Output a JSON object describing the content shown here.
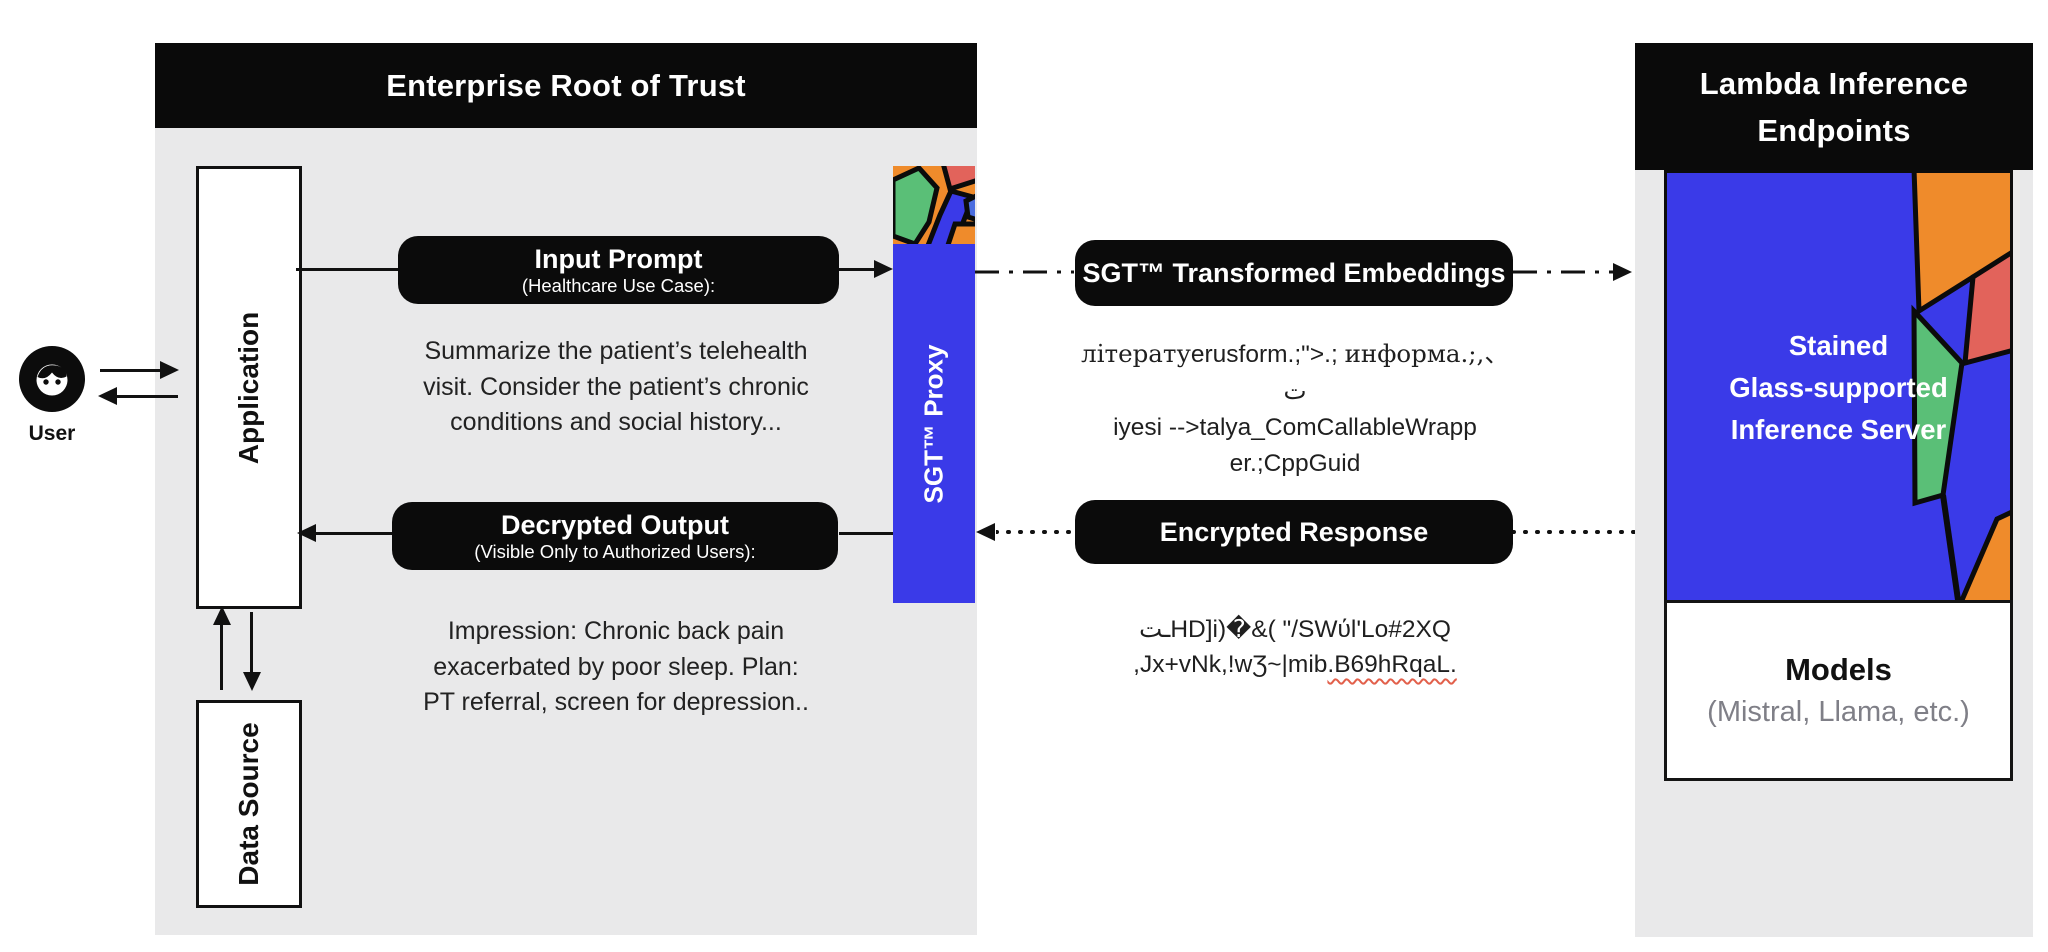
{
  "user": {
    "label": "User"
  },
  "panels": {
    "enterprise": {
      "title": "Enterprise Root of Trust",
      "application_label": "Application",
      "data_source_label": "Data Source"
    },
    "lambda": {
      "title": "Lambda Inference\nEndpoints",
      "server_label": "Stained\nGlass-supported\nInference Server",
      "models_title": "Models",
      "models_subtitle": "(Mistral, Llama, etc.)"
    }
  },
  "proxy": {
    "label": "SGT™ Proxy"
  },
  "flows": {
    "input_prompt": {
      "title": "Input Prompt",
      "subtitle": "(Healthcare Use Case):",
      "body": "Summarize the patient’s telehealth\nvisit. Consider the patient’s chronic\nconditions and social history..."
    },
    "transformed_embeddings": {
      "title": "SGT™ Transformed Embeddings",
      "body_cyrillic_lead": "літерату",
      "body_latin_mid": "erusform.;\">.; ",
      "body_cyrillic_tail": "информа.;,、ت",
      "body_rest": "\niyesi -->talya_ComCallableWrapp\ner.;CppGuid"
    },
    "decrypted_output": {
      "title": "Decrypted Output",
      "subtitle": "(Visible Only to Authorized Users):",
      "body": "Impression: Chronic back pain\nexacerbated by poor sleep. Plan:\nPT referral, screen for depression.."
    },
    "encrypted_response": {
      "title": "Encrypted Response",
      "body_line1": "ـتHD]i)�&( \"/SWύl'Lo#2XQ",
      "body_line2_prefix": ",Jx+vNk,!wƷ~|mib",
      "body_line2_misspelled": ".B69hRqaL."
    }
  },
  "colors": {
    "accent_blue": "#3a3ae8",
    "glass_green": "#5abf77",
    "glass_orange": "#ef8b2b",
    "glass_red": "#e2635b",
    "panel_gray": "#e9e9ea",
    "pill_black": "#0b0b0b",
    "muted_text": "#7f7f87",
    "squiggle_red": "#e2604b"
  }
}
